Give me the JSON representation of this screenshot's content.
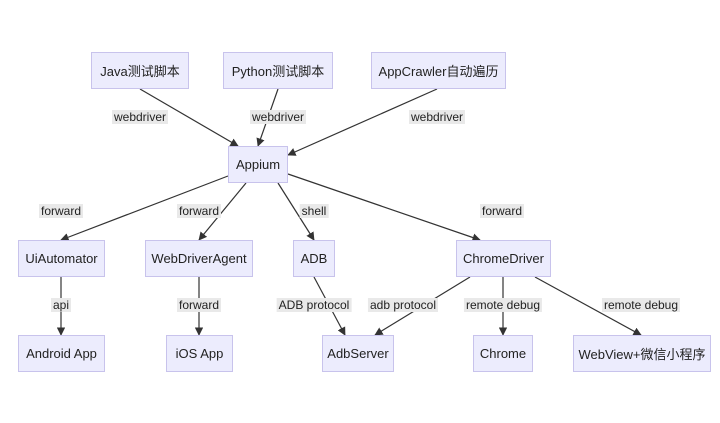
{
  "nodes": {
    "java": "Java测试脚本",
    "python": "Python测试脚本",
    "appcrawler": "AppCrawler自动遍历",
    "appium": "Appium",
    "uiautomator": "UiAutomator",
    "webdriveragent": "WebDriverAgent",
    "adb": "ADB",
    "chromedriver": "ChromeDriver",
    "android_app": "Android App",
    "ios_app": "iOS App",
    "adbserver": "AdbServer",
    "chrome": "Chrome",
    "webview": "WebView+微信小程序"
  },
  "edges": {
    "java_appium": "webdriver",
    "python_appium": "webdriver",
    "appcrawler_appium": "webdriver",
    "appium_uiautomator": "forward",
    "appium_wda": "forward",
    "appium_adb": "shell",
    "appium_chromedriver": "forward",
    "uiautomator_android": "api",
    "wda_ios": "forward",
    "adb_adbserver": "ADB protocol",
    "chromedriver_adbserver": "adb protocol",
    "chromedriver_chrome": "remote debug",
    "chromedriver_webview": "remote debug"
  },
  "colors": {
    "node_fill": "#ececfd",
    "node_border": "#c8c3ec",
    "edge": "#333333",
    "label_bg": "#e9e9e9"
  }
}
